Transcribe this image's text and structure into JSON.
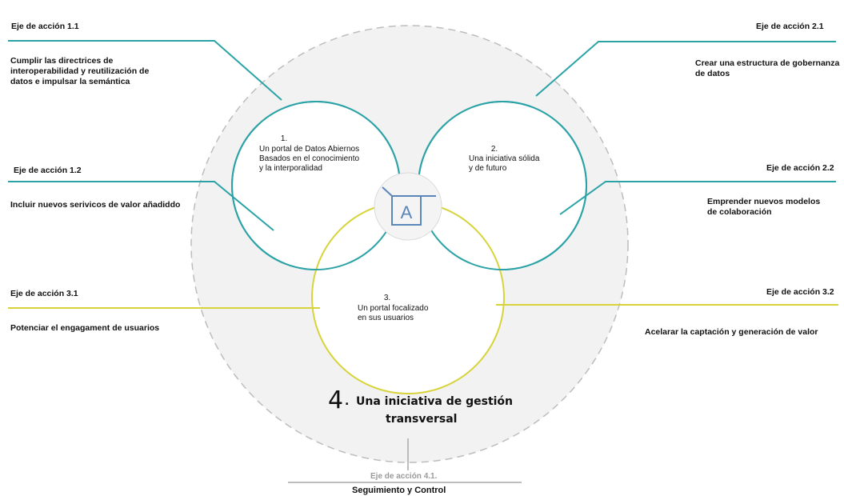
{
  "colors": {
    "teal": "#2ba3a6",
    "yellow": "#d7d33a",
    "gray_circle": "#f2f2f2",
    "dashed": "#bdbdbd",
    "icon": "#5b86b8"
  },
  "axes": {
    "a11": {
      "title": "Eje de acción 1.1",
      "desc": [
        "Cumplir las directrices de",
        "interoperabilidad y reutilización de",
        "datos e impulsar la semántica"
      ]
    },
    "a12": {
      "title": "Eje de acción 1.2",
      "desc": [
        "Incluir nuevos serivicos de valor añadiddo"
      ]
    },
    "a21": {
      "title": "Eje de acción 2.1",
      "desc": [
        "Crear una estructura de gobernanza",
        "de datos"
      ]
    },
    "a22": {
      "title": "Eje de acción 2.2",
      "desc": [
        "Emprender nuevos modelos",
        "de colaboración"
      ]
    },
    "a31": {
      "title": "Eje de acción 3.1",
      "desc": [
        "Potenciar el engagament de usuarios"
      ]
    },
    "a32": {
      "title": "Eje de acción 3.2",
      "desc": [
        "Acelarar la captación y generación de valor"
      ]
    },
    "a41": {
      "title": "Eje de acción 4.1.",
      "desc": [
        "Seguimiento y Control"
      ]
    }
  },
  "circles": {
    "c1": [
      "1.",
      "Un portal de Datos Abiernos",
      "Basados en el conocimiento",
      "y la interporalidad"
    ],
    "c2": [
      "2.",
      "Una iniciativa sólida",
      "y de futuro"
    ],
    "c3": [
      "3.",
      "Un portal focalizado",
      "en sus usuarios"
    ]
  },
  "center_icon": {
    "letter": "A",
    "name": "A-icon"
  },
  "outer": {
    "number": "4",
    "dot": ".",
    "line1": "Una iniciativa de gestión",
    "line2": "transversal"
  }
}
